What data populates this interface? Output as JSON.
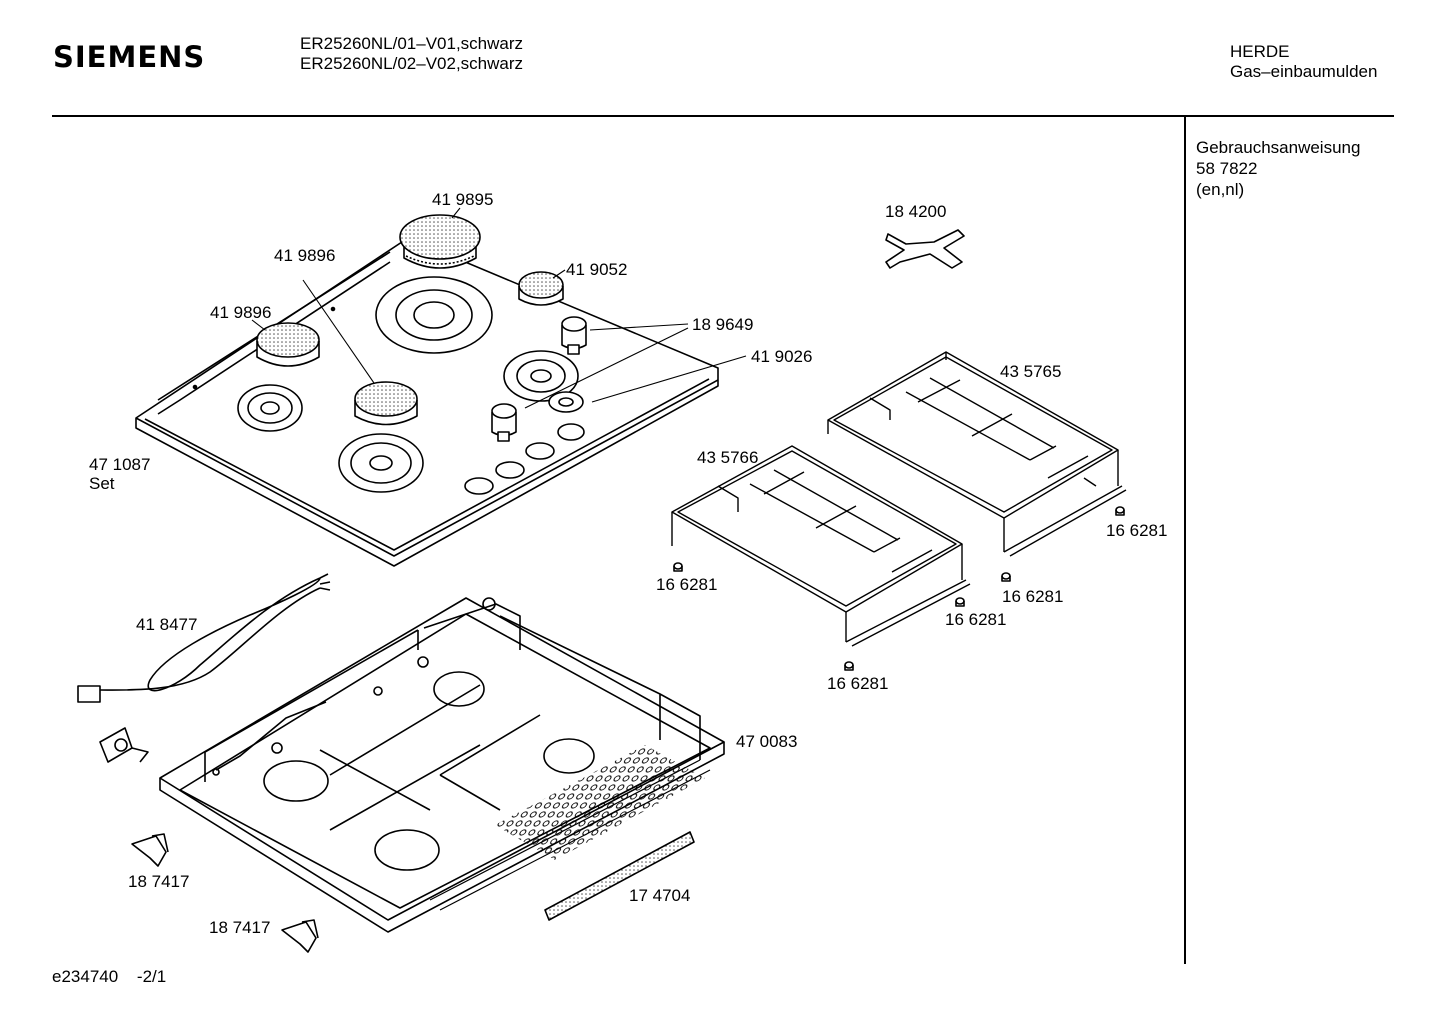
{
  "header": {
    "brand": "SIEMENS",
    "models": [
      "ER25260NL/01–V01,schwarz",
      "ER25260NL/02–V02,schwarz"
    ],
    "category": [
      "HERDE",
      "Gas–einbaumulden"
    ]
  },
  "sidebar": {
    "lines": [
      "Gebrauchsanweisung",
      "58 7822",
      "(en,nl)"
    ]
  },
  "labels": {
    "burner_large": "41 9895",
    "burner_medium_left": "41 9896",
    "burner_medium_center": "41 9896",
    "burner_small": "41 9052",
    "support_cross": "18 4200",
    "knob": "18 9649",
    "knob_ring": "41 9026",
    "pan_support_right": "43 5765",
    "pan_support_left": "43 5766",
    "hob_set": "47 1087",
    "hob_set_note": "Set",
    "foot_1": "16 6281",
    "foot_2": "16 6281",
    "foot_3": "16 6281",
    "foot_4": "16 6281",
    "foot_5": "16 6281",
    "cable": "41 8477",
    "housing": "47 0083",
    "clip_1": "18 7417",
    "clip_2": "18 7417",
    "seal_strip": "17 4704"
  },
  "footer": {
    "code": "e234740",
    "page": "-2/1"
  }
}
